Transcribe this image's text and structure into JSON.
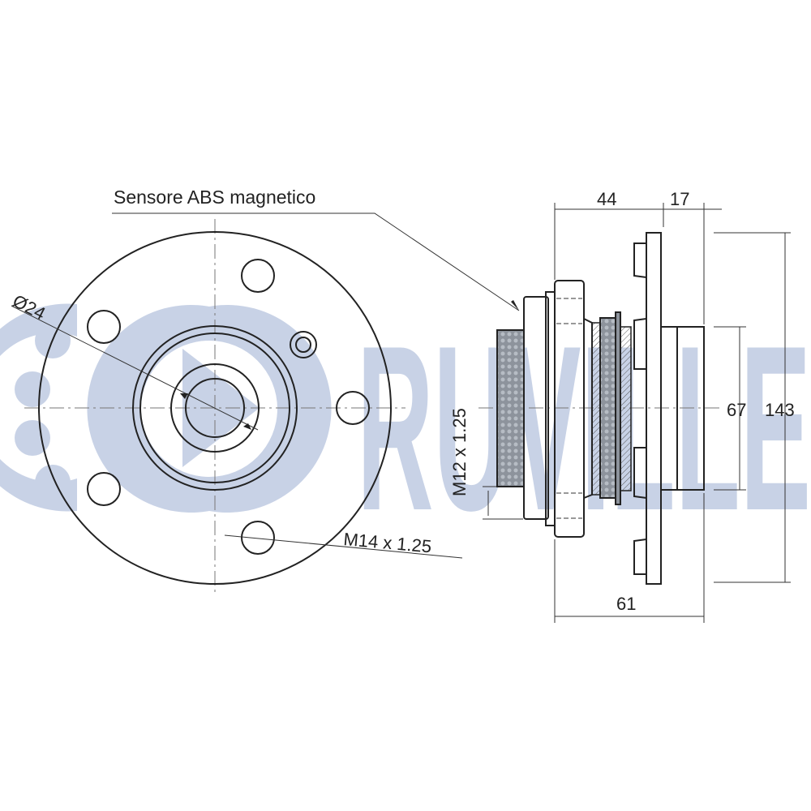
{
  "watermark": {
    "brand": "RUVILLE",
    "color": "#c8d2e6"
  },
  "labels": {
    "abs_sensor": "Sensore ABS magnetico",
    "bore_diameter": "Ø24",
    "wheel_bolt_thread": "M14 x 1.25",
    "sensor_thread": "M12 x 1.25"
  },
  "dimensions": {
    "width_44": "44",
    "width_17": "17",
    "width_61": "61",
    "diameter_67": "67",
    "diameter_143": "143"
  }
}
